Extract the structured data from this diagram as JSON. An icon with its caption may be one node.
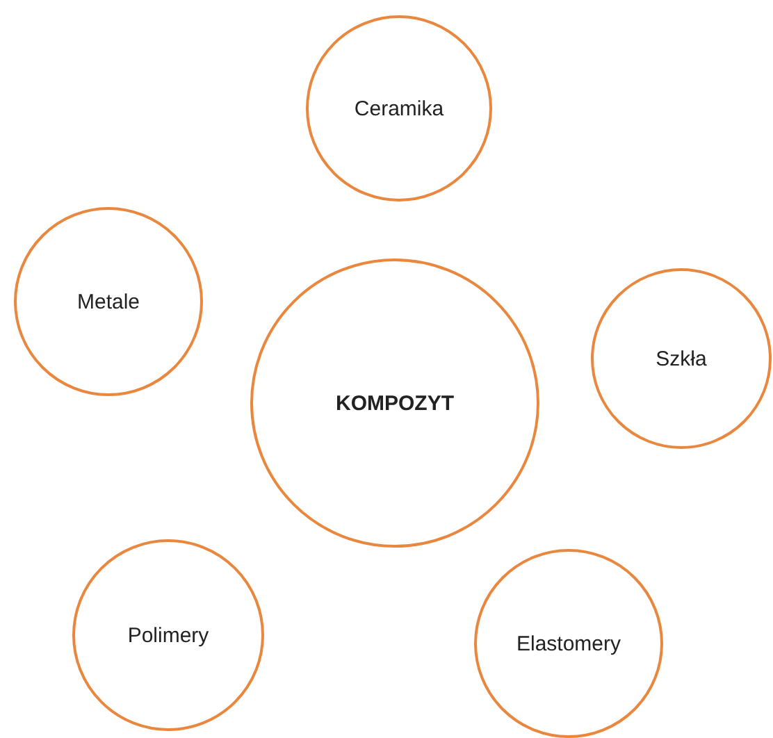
{
  "diagram": {
    "nodes": [
      {
        "text": [
          "Ceramika"
        ]
      },
      {
        "text": [
          "Metale"
        ]
      },
      {
        "text": [
          "KOMPOZYT"
        ]
      },
      {
        "text": [
          "Szkła"
        ]
      },
      {
        "text": [
          "Polimery"
        ]
      },
      {
        "text": [
          "Elastomery"
        ]
      }
    ],
    "edges": []
  }
}
